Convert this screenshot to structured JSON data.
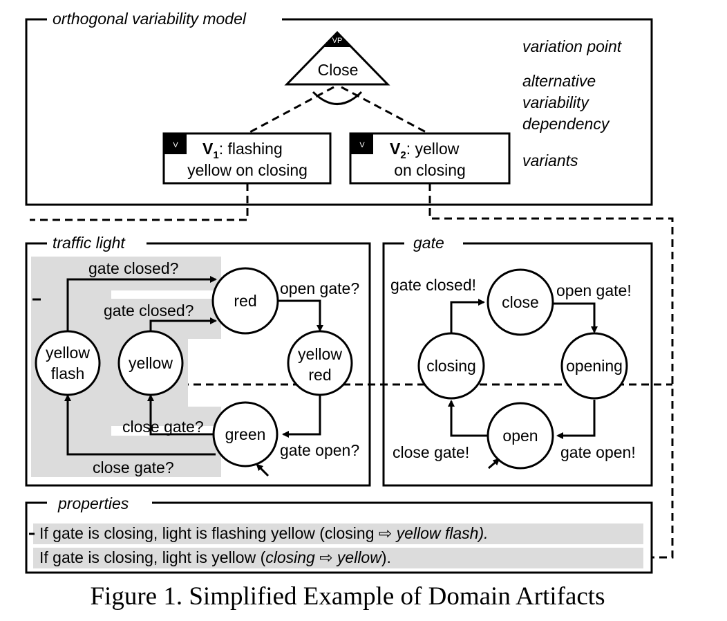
{
  "ovm": {
    "title": "orthogonal variability model",
    "vp_tag": "VP",
    "vp_name": "Close",
    "legend": {
      "variation_point": "variation point",
      "alt_line1": "alternative",
      "alt_line2": "variability",
      "alt_line3": "dependency",
      "variants": "variants"
    },
    "v_tag": "V",
    "v1": {
      "id": "V",
      "sub": "1",
      "line1_rest": ": flashing",
      "line2": "yellow on closing"
    },
    "v2": {
      "id": "V",
      "sub": "2",
      "line1_rest": ": yellow",
      "line2": "on closing"
    }
  },
  "traffic_light": {
    "title": "traffic light",
    "states": {
      "red": "red",
      "yellow_red_1": "yellow",
      "yellow_red_2": "red",
      "green": "green",
      "yellow": "yellow",
      "yellow_flash_1": "yellow",
      "yellow_flash_2": "flash"
    },
    "transitions": {
      "gate_closed_outer": "gate closed?",
      "gate_closed_inner": "gate closed?",
      "open_gate": "open gate?",
      "gate_open": "gate open?",
      "close_gate_inner": "close gate?",
      "close_gate_outer": "close gate?"
    }
  },
  "gate": {
    "title": "gate",
    "states": {
      "close": "close",
      "opening": "opening",
      "open": "open",
      "closing": "closing"
    },
    "transitions": {
      "gate_closed": "gate closed!",
      "open_gate": "open gate!",
      "gate_open": "gate open!",
      "close_gate": "close gate!"
    }
  },
  "properties": {
    "title": "properties",
    "p1_plain": "If gate is closing, light is flashing yellow (closing ",
    "p1_arrow": "⇨",
    "p1_ital": " yellow flash).",
    "p2_plain1": "If gate is closing, light is yellow (",
    "p2_ital1": "closing",
    "p2_arrow": " ⇨ ",
    "p2_ital2": "yellow",
    "p2_plain2": ")."
  },
  "caption": "Figure 1. Simplified Example of Domain Artifacts"
}
